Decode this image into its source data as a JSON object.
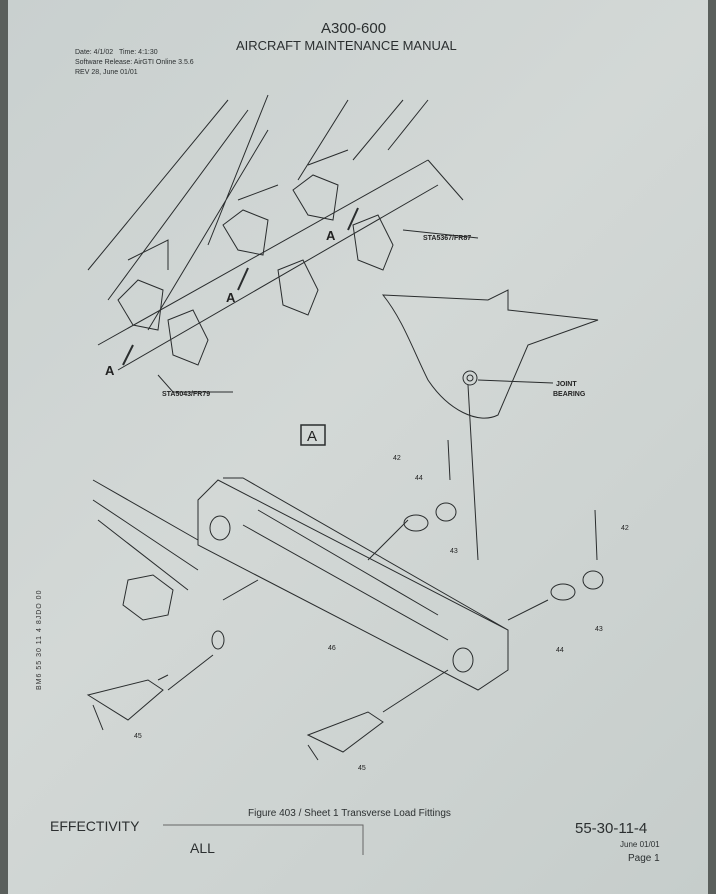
{
  "header": {
    "model": "A300-600",
    "title": "AIRCRAFT MAINTENANCE MANUAL",
    "date": "Date: 4/1/02",
    "time": "Time: 4:1:30",
    "software": "Software Release: AirGTI Online 3.5.6",
    "rev": "REV 28,  June 01/01"
  },
  "labels": {
    "sta_upper": "STA5367/FR87",
    "sta_lower": "STA5043/FR79",
    "view_a": "A",
    "joint1": "JOINT",
    "joint2": "BEARING",
    "a": "A"
  },
  "callouts": {
    "c42a": "42",
    "c44a": "44",
    "c43a": "43",
    "c46": "46",
    "c42b": "42",
    "c44b": "44",
    "c43b": "43",
    "c45a": "45",
    "c45b": "45"
  },
  "side_code": "BM6   55   30   11   4   8JDO   00",
  "footer": {
    "figure": "Figure 403 / Sheet 1  Transverse Load Fittings",
    "effectivity": "EFFECTIVITY",
    "all": "ALL",
    "doc_ref": "55-30-11-4",
    "date": "June 01/01",
    "page": "Page 1"
  }
}
